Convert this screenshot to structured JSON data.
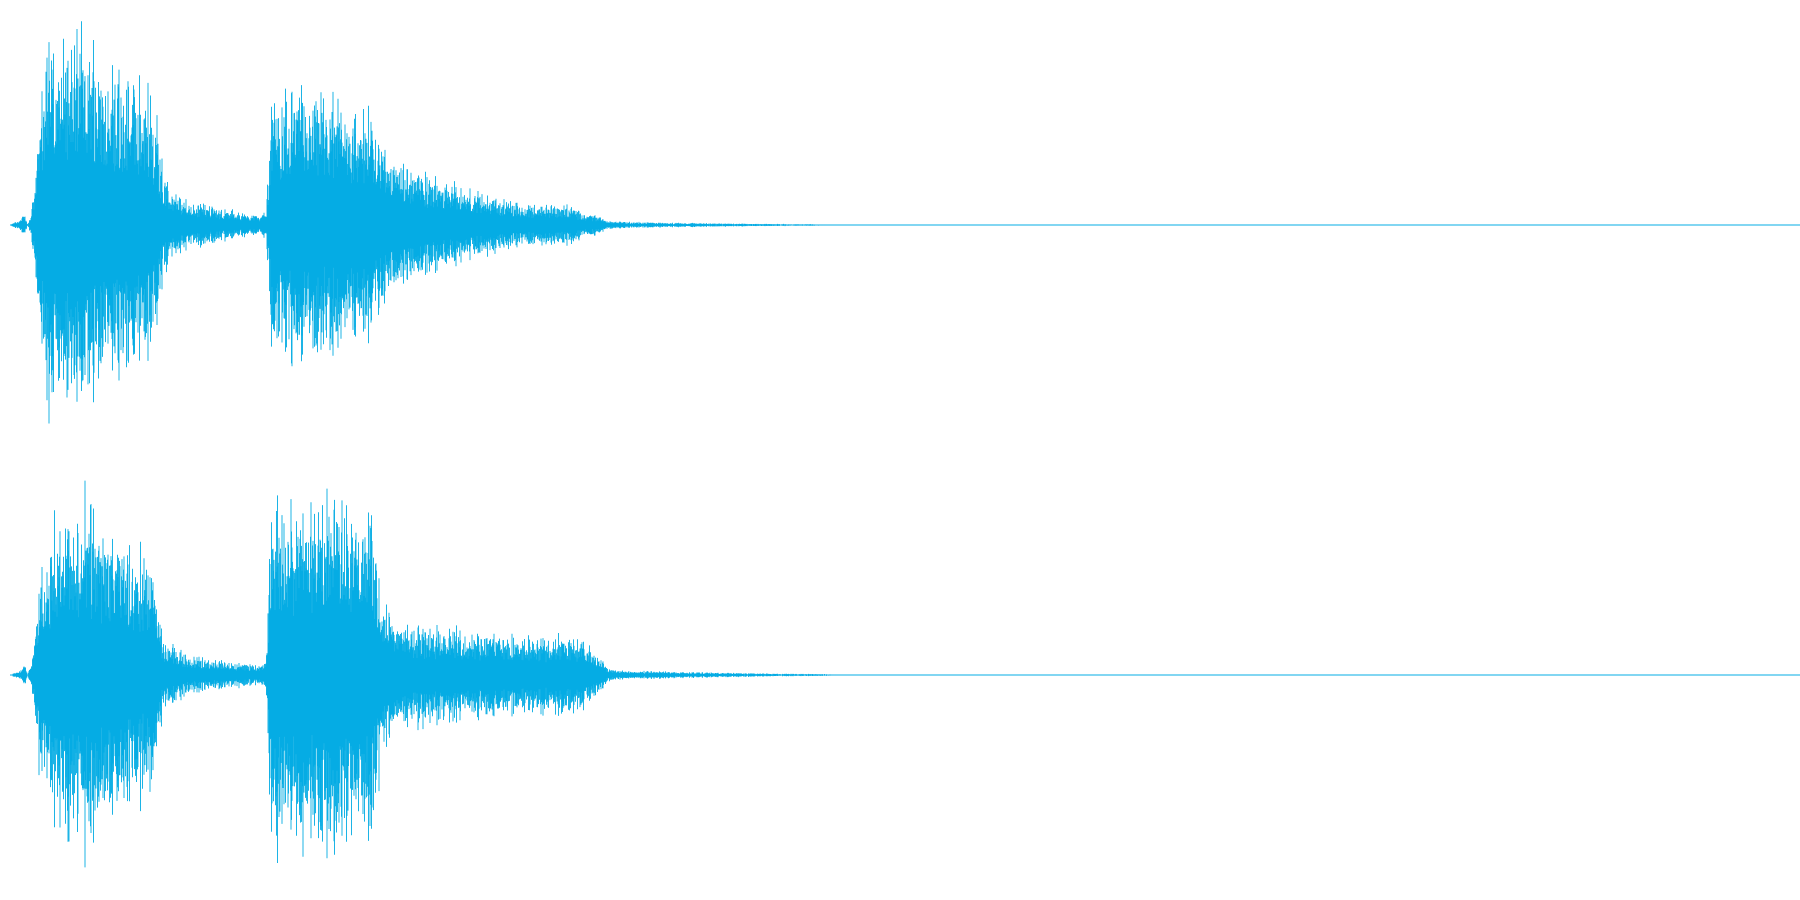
{
  "waveform": {
    "color": "#05ace4",
    "background": "#ffffff",
    "channels": [
      {
        "name": "channel-1",
        "envelope": [
          [
            0.0,
            0.0
          ],
          [
            0.006,
            0.03
          ],
          [
            0.008,
            0.06
          ],
          [
            0.01,
            0.0
          ],
          [
            0.012,
            0.08
          ],
          [
            0.016,
            0.45
          ],
          [
            0.02,
            0.9
          ],
          [
            0.024,
            1.0
          ],
          [
            0.03,
            0.85
          ],
          [
            0.036,
            0.92
          ],
          [
            0.042,
            0.95
          ],
          [
            0.05,
            0.88
          ],
          [
            0.058,
            0.8
          ],
          [
            0.066,
            0.75
          ],
          [
            0.072,
            0.7
          ],
          [
            0.078,
            0.68
          ],
          [
            0.082,
            0.55
          ],
          [
            0.086,
            0.25
          ],
          [
            0.092,
            0.16
          ],
          [
            0.1,
            0.12
          ],
          [
            0.11,
            0.1
          ],
          [
            0.122,
            0.08
          ],
          [
            0.132,
            0.06
          ],
          [
            0.14,
            0.05
          ],
          [
            0.143,
            0.07
          ],
          [
            0.146,
            0.6
          ],
          [
            0.15,
            0.7
          ],
          [
            0.154,
            0.68
          ],
          [
            0.16,
            0.66
          ],
          [
            0.17,
            0.65
          ],
          [
            0.18,
            0.64
          ],
          [
            0.19,
            0.58
          ],
          [
            0.2,
            0.6
          ],
          [
            0.21,
            0.4
          ],
          [
            0.22,
            0.32
          ],
          [
            0.23,
            0.26
          ],
          [
            0.24,
            0.22
          ],
          [
            0.25,
            0.2
          ],
          [
            0.26,
            0.17
          ],
          [
            0.27,
            0.14
          ],
          [
            0.28,
            0.12
          ],
          [
            0.3,
            0.1
          ],
          [
            0.314,
            0.1
          ],
          [
            0.32,
            0.06
          ],
          [
            0.33,
            0.05
          ],
          [
            0.334,
            0.02
          ],
          [
            0.35,
            0.015
          ],
          [
            0.38,
            0.01
          ],
          [
            0.42,
            0.006
          ],
          [
            0.45,
            0.004
          ],
          [
            0.46,
            0.0
          ],
          [
            1.0,
            0.0
          ]
        ]
      },
      {
        "name": "channel-2",
        "envelope": [
          [
            0.0,
            0.0
          ],
          [
            0.006,
            0.03
          ],
          [
            0.008,
            0.06
          ],
          [
            0.01,
            0.0
          ],
          [
            0.012,
            0.08
          ],
          [
            0.016,
            0.45
          ],
          [
            0.02,
            0.6
          ],
          [
            0.024,
            0.8
          ],
          [
            0.03,
            0.78
          ],
          [
            0.036,
            0.8
          ],
          [
            0.042,
            0.88
          ],
          [
            0.05,
            0.8
          ],
          [
            0.058,
            0.72
          ],
          [
            0.066,
            0.68
          ],
          [
            0.072,
            0.62
          ],
          [
            0.078,
            0.6
          ],
          [
            0.082,
            0.4
          ],
          [
            0.086,
            0.18
          ],
          [
            0.092,
            0.14
          ],
          [
            0.1,
            0.1
          ],
          [
            0.11,
            0.08
          ],
          [
            0.122,
            0.07
          ],
          [
            0.132,
            0.06
          ],
          [
            0.14,
            0.05
          ],
          [
            0.143,
            0.07
          ],
          [
            0.146,
            0.9
          ],
          [
            0.15,
            0.95
          ],
          [
            0.154,
            0.88
          ],
          [
            0.16,
            0.9
          ],
          [
            0.17,
            0.85
          ],
          [
            0.18,
            0.98
          ],
          [
            0.19,
            0.86
          ],
          [
            0.2,
            0.9
          ],
          [
            0.21,
            0.35
          ],
          [
            0.22,
            0.28
          ],
          [
            0.23,
            0.26
          ],
          [
            0.24,
            0.24
          ],
          [
            0.25,
            0.23
          ],
          [
            0.26,
            0.22
          ],
          [
            0.27,
            0.21
          ],
          [
            0.28,
            0.2
          ],
          [
            0.3,
            0.2
          ],
          [
            0.314,
            0.22
          ],
          [
            0.32,
            0.18
          ],
          [
            0.33,
            0.1
          ],
          [
            0.334,
            0.03
          ],
          [
            0.35,
            0.02
          ],
          [
            0.38,
            0.015
          ],
          [
            0.42,
            0.008
          ],
          [
            0.455,
            0.005
          ],
          [
            0.465,
            0.0
          ],
          [
            1.0,
            0.0
          ]
        ]
      }
    ]
  }
}
